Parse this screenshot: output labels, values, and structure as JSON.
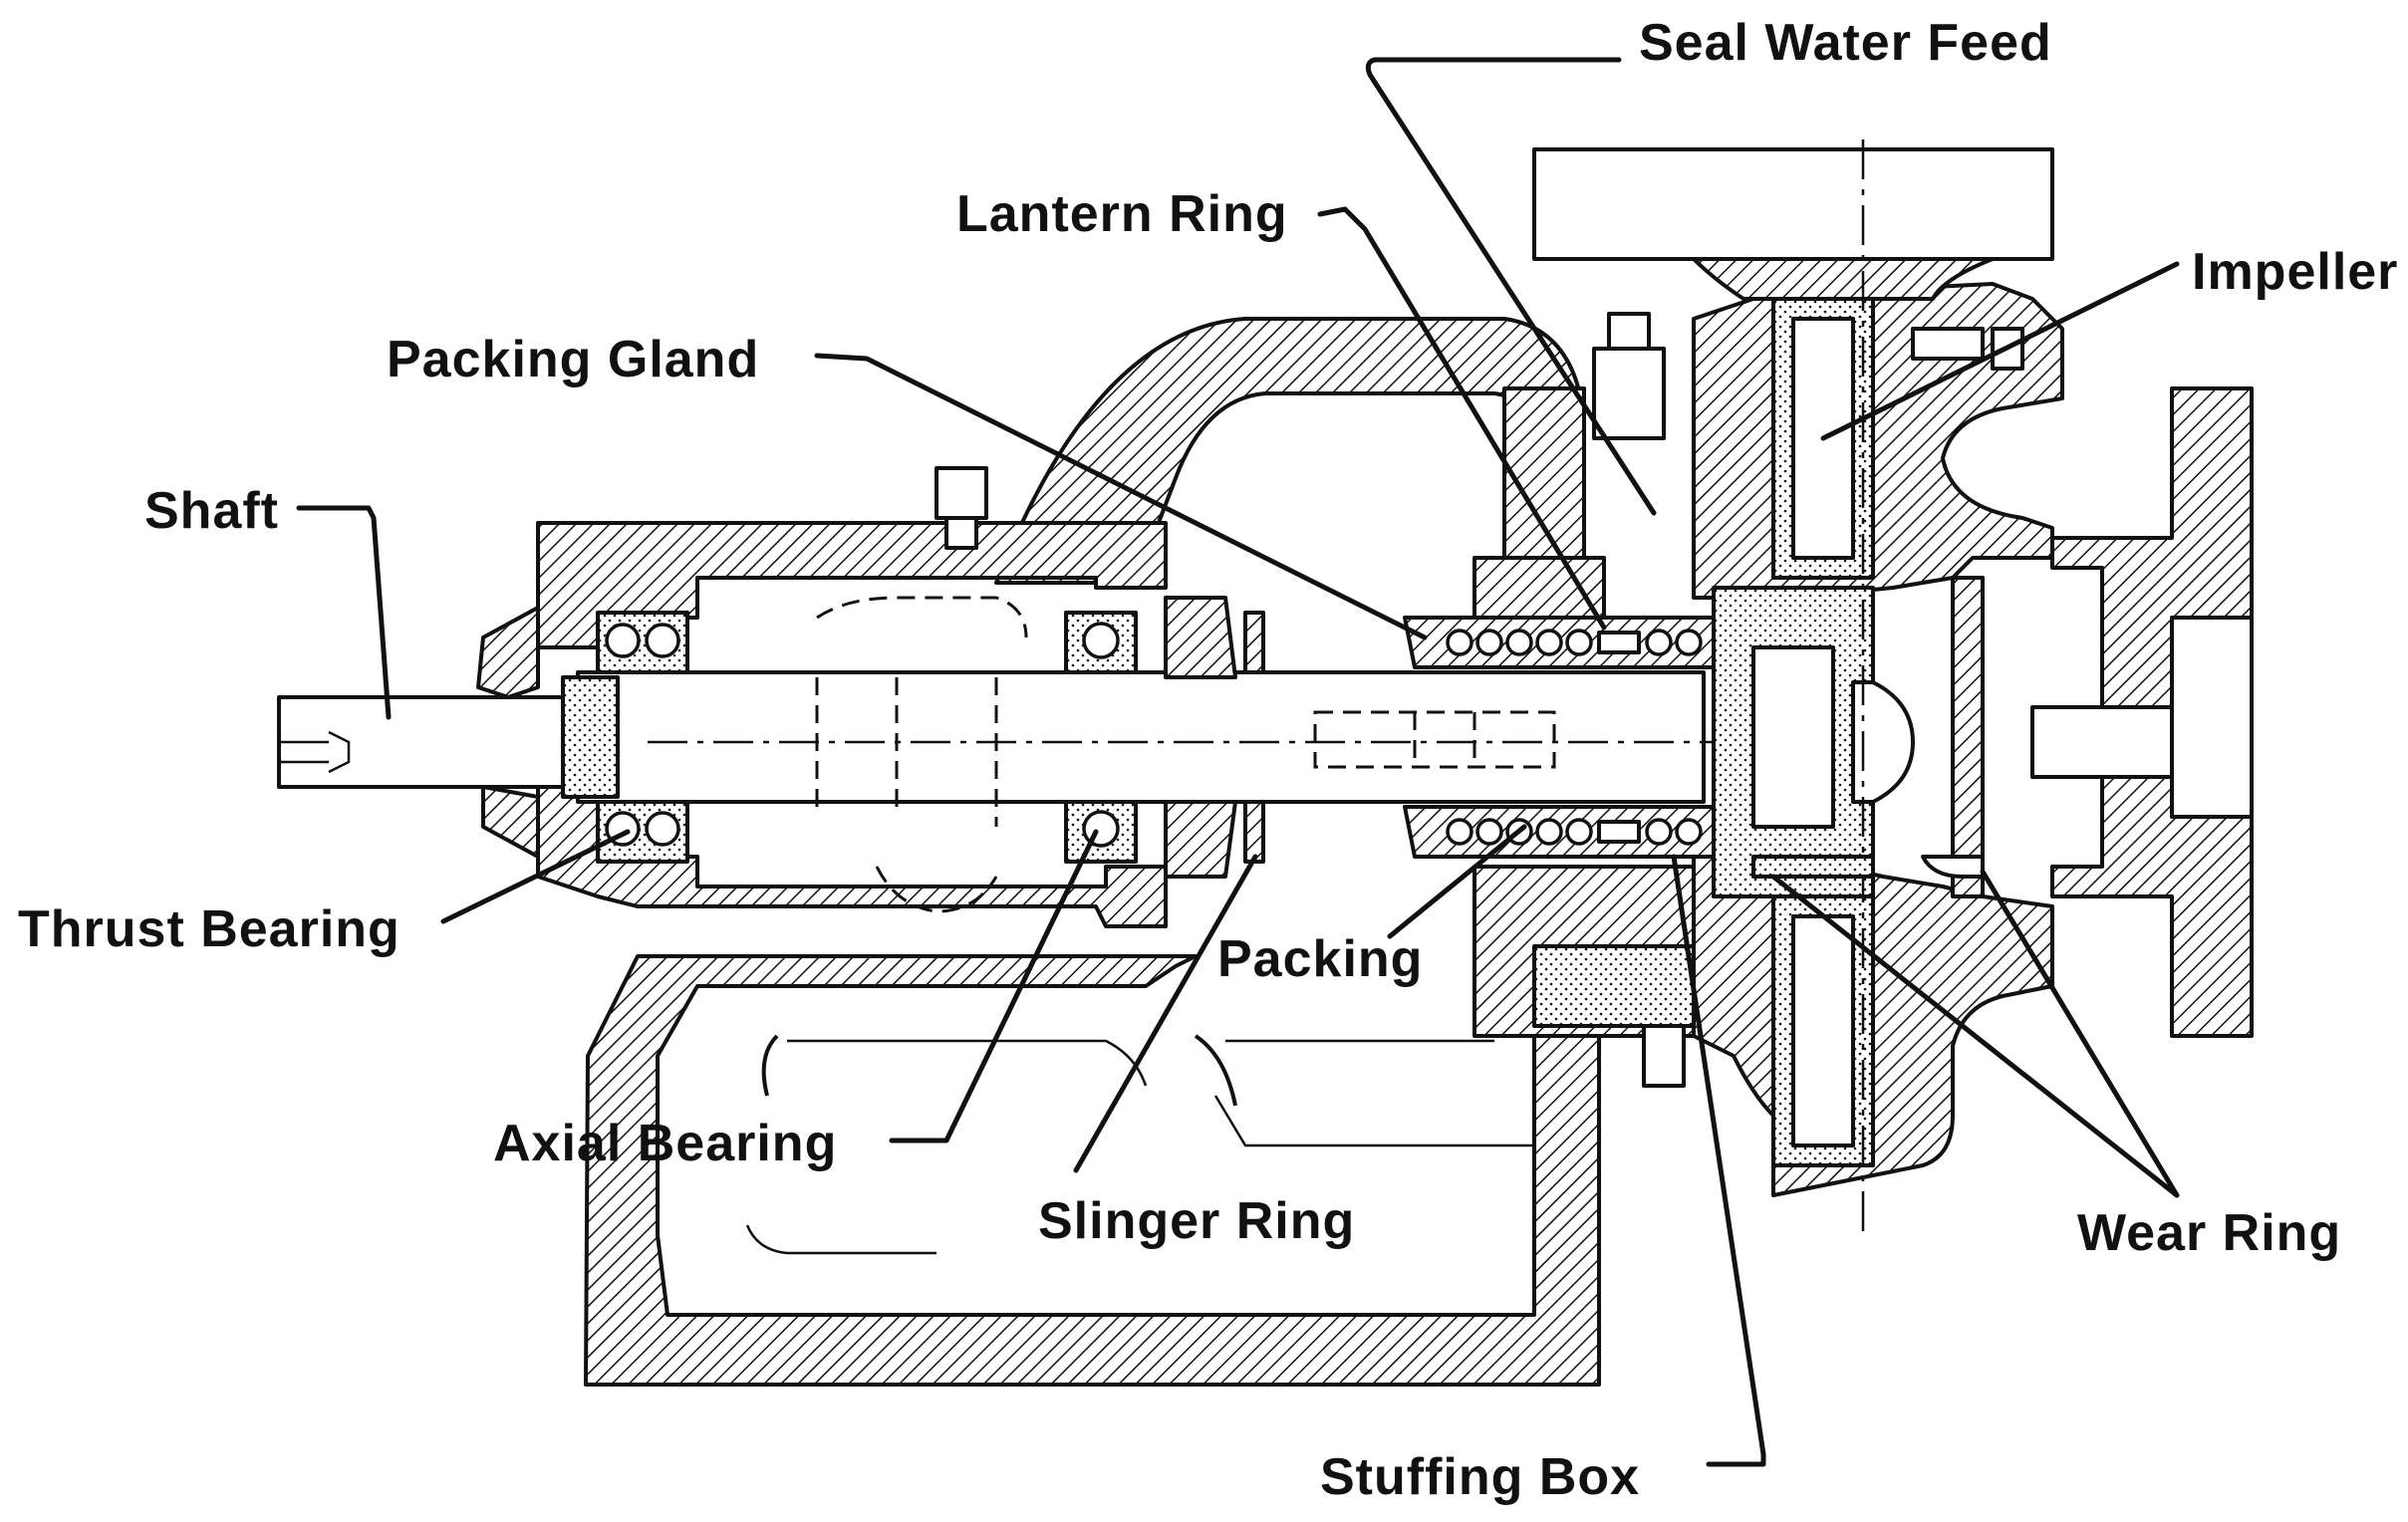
{
  "labels": {
    "seal_water_feed": "Seal Water Feed",
    "lantern_ring": "Lantern Ring",
    "impeller": "Impeller",
    "packing_gland": "Packing Gland",
    "shaft": "Shaft",
    "thrust_bearing": "Thrust Bearing",
    "packing": "Packing",
    "axial_bearing": "Axial Bearing",
    "slinger_ring": "Slinger Ring",
    "wear_ring": "Wear Ring",
    "stuffing_box": "Stuffing Box"
  },
  "colors": {
    "ink": "#111111",
    "paper": "#ffffff"
  }
}
